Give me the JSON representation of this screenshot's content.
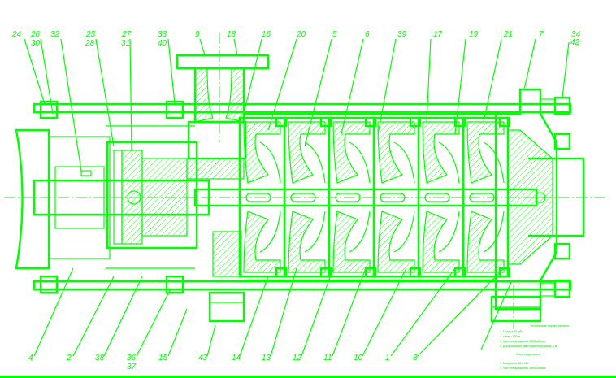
{
  "drawing": {
    "line_color": "#00ff00",
    "background": "#ffffff"
  },
  "top_labels": [
    "24",
    "26",
    "30",
    "32",
    "25",
    "28",
    "27",
    "31",
    "33",
    "40",
    "9",
    "18",
    "16",
    "20",
    "5",
    "6",
    "39",
    "17",
    "19",
    "21",
    "7",
    "34",
    "42"
  ],
  "bottom_labels": [
    "4",
    "2",
    "38",
    "36",
    "37",
    "15",
    "43",
    "14",
    "13",
    "12",
    "11",
    "10",
    "1",
    "8"
  ],
  "notes": {
    "heading": "Технические характеристики",
    "lines": [
      "1. Подача 25 м³/ч",
      "2. Напор 150 м",
      "3. Частота вращения 2950 об/мин",
      "4. Допускаемый кавитационный запас 4 м"
    ],
    "heading2": "Электродвигатель",
    "lines2": [
      "1. Мощность 18,5 кВт",
      "2. Частота вращения 2950 об/мин"
    ]
  }
}
